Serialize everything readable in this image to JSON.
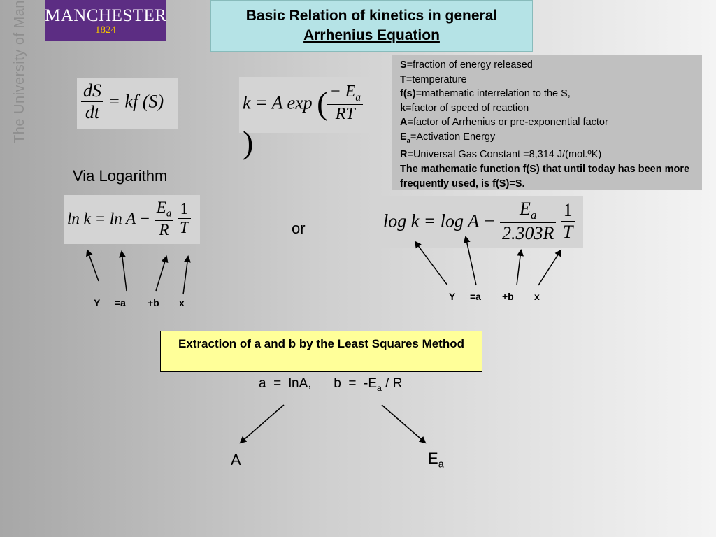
{
  "logo": {
    "name": "MANCHESTER",
    "year": "1824",
    "vertical": "The University of Manchester",
    "colors": {
      "purple": "#5c2d83",
      "gold": "#f2c300"
    }
  },
  "title": {
    "line1": "Basic Relation of kinetics in general",
    "line2": "Arrhenius Equation"
  },
  "glossary": [
    {
      "sym": "S",
      "text": "=fraction of energy released"
    },
    {
      "sym": "T",
      "text": "=temperature"
    },
    {
      "sym": "f(s)",
      "text": "=mathematic interrelation to  the S,"
    },
    {
      "sym": "k",
      "text": "=factor of speed of reaction"
    },
    {
      "sym": "A",
      "text": "=factor of Arrhenius or pre-exponential factor"
    },
    {
      "sym": "E",
      "sub": "a",
      "text": "=Activation Energy"
    },
    {
      "sym": "R",
      "text": "=Universal Gas Constant =8,314 J/(mol.ºK)"
    }
  ],
  "glossary_note": " The mathematic function f(S) that until today has been more frequently used, is f(S)=S.",
  "eq1": {
    "num": "dS",
    "den": "dt",
    "rhs": "= kf (S)"
  },
  "eq2": {
    "lhs": "k = A exp",
    "num": "− E",
    "num_sub": "a",
    "den": "RT"
  },
  "via_log": "Via Logarithm",
  "or": "or",
  "eq3": {
    "lhs": "ln k = ln A −",
    "num": "E",
    "num_sub": "a",
    "den": "R",
    "num2": "1",
    "den2": "T"
  },
  "eq4": {
    "lhs": "log k = log A −",
    "num": "E",
    "num_sub": "a",
    "den": "2.303R",
    "num2": "1",
    "den2": "T"
  },
  "labels_left": {
    "y": "Y",
    "a": "=a",
    "b": "+b",
    "x": "x"
  },
  "labels_right": {
    "y": "Y",
    "a": "=a",
    "b": "+b",
    "x": "x"
  },
  "extraction": "Extraction of a and b by the Least Squares Method",
  "ab_line": {
    "a": "a  =  lnA,",
    "b": "b  =  -E",
    "b_sub": "a",
    "b_tail": " / R"
  },
  "result_a": "A",
  "result_ea": "E",
  "result_ea_sub": "a"
}
